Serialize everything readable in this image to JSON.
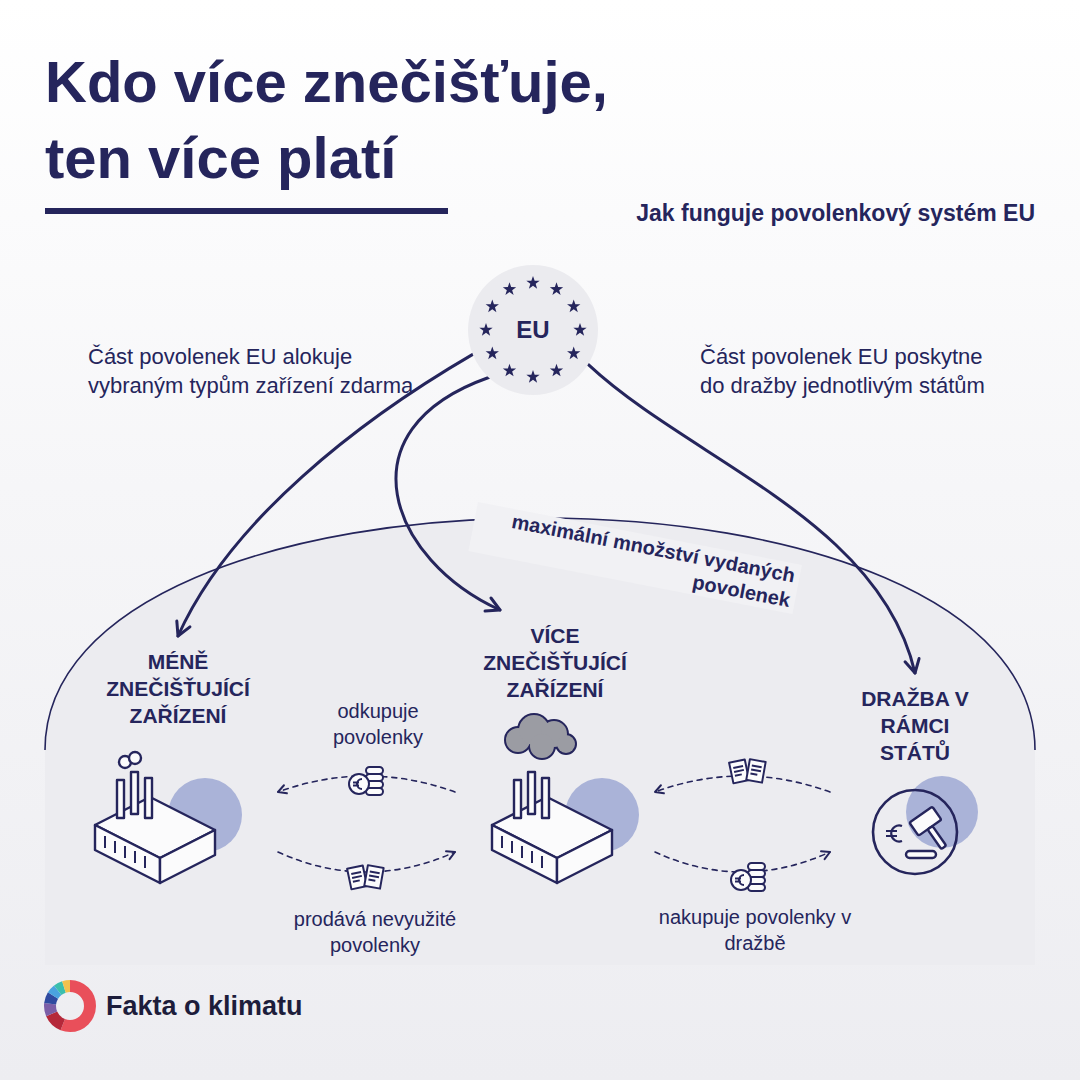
{
  "diagram": {
    "title": "Kdo více znečišťuje, ten více platí",
    "nodes": [
      {
        "text": [
          "EU"
        ]
      },
      {
        "text": [
          "maximální množství vydaných povolenek"
        ]
      },
      {
        "text": [
          "MÉNĚ ZNEČIŠŤUJÍCÍ ZAŘÍZENÍ"
        ],
        "in": 1
      },
      {
        "text": [
          "VÍCE ZNEČIŠŤUJÍCÍ ZAŘÍZENÍ"
        ],
        "in": 1
      },
      {
        "text": [
          "DRAŽBA V RÁMCI STÁTŮ"
        ],
        "in": 1
      }
    ],
    "edges": [
      {
        "from": 0,
        "to": 2,
        "arrow": "to",
        "label": "Část povolenek EU alokuje vybraným typům zařízení zdarma"
      },
      {
        "from": 0,
        "to": 3,
        "arrow": "to"
      },
      {
        "from": 0,
        "to": 4,
        "arrow": "to",
        "label": "Část povolenek EU poskytne do dražby jednotlivým státům"
      },
      {
        "from": 3,
        "to": 2,
        "arrow": "to",
        "label": "odkupuje povolenky"
      },
      {
        "from": 2,
        "to": 3,
        "arrow": "to",
        "label": "prodává nevyužité povolenky"
      },
      {
        "from": 4,
        "to": 3,
        "arrow": "to"
      },
      {
        "from": 3,
        "to": 4,
        "arrow": "to",
        "label": "nakupuje povolenky v dražbě"
      }
    ],
    "labels": [
      "Jak funguje povolenkový systém EU",
      "Fakta o klimatu"
    ]
  }
}
